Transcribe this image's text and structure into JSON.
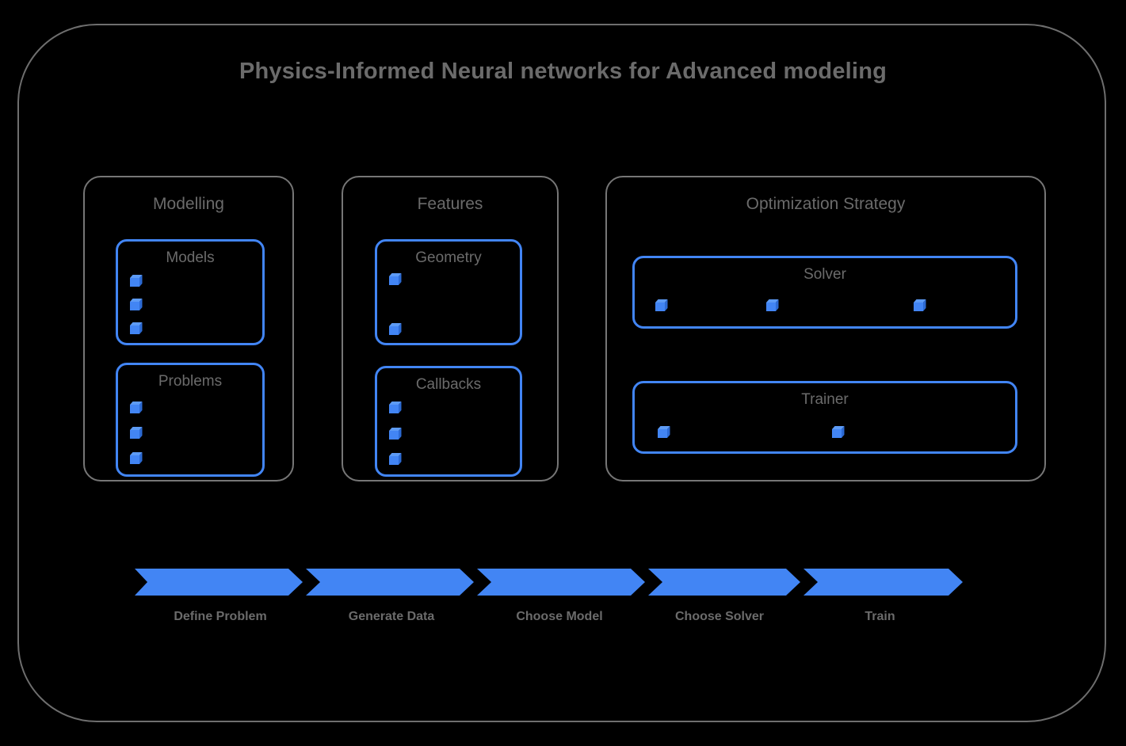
{
  "diagram": {
    "title": "Physics-Informed Neural networks for Advanced modeling",
    "background_color": "#000000",
    "accent_color": "#4285f4",
    "text_color": "#6b6b6b",
    "outline_color": "#767676"
  },
  "groups": [
    {
      "title": "Modelling",
      "subgroups": [
        {
          "title": "Models",
          "bullet_icon": "cube-icon",
          "bullet_count": 3,
          "layout": "vertical"
        },
        {
          "title": "Problems",
          "bullet_icon": "cube-icon",
          "bullet_count": 3,
          "layout": "vertical"
        }
      ]
    },
    {
      "title": "Features",
      "subgroups": [
        {
          "title": "Geometry",
          "bullet_icon": "cube-icon",
          "bullet_count": 2,
          "layout": "vertical"
        },
        {
          "title": "Callbacks",
          "bullet_icon": "cube-icon",
          "bullet_count": 3,
          "layout": "vertical"
        }
      ]
    },
    {
      "title": "Optimization Strategy",
      "subgroups": [
        {
          "title": "Solver",
          "bullet_icon": "cube-icon",
          "bullet_count": 3,
          "layout": "horizontal"
        },
        {
          "title": "Trainer",
          "bullet_icon": "cube-icon",
          "bullet_count": 2,
          "layout": "horizontal"
        }
      ]
    }
  ],
  "pipeline": {
    "steps": [
      {
        "label": "Define Problem"
      },
      {
        "label": "Generate Data"
      },
      {
        "label": "Choose Model"
      },
      {
        "label": "Choose Solver"
      },
      {
        "label": "Train"
      }
    ],
    "arrow_color": "#4285f4"
  }
}
